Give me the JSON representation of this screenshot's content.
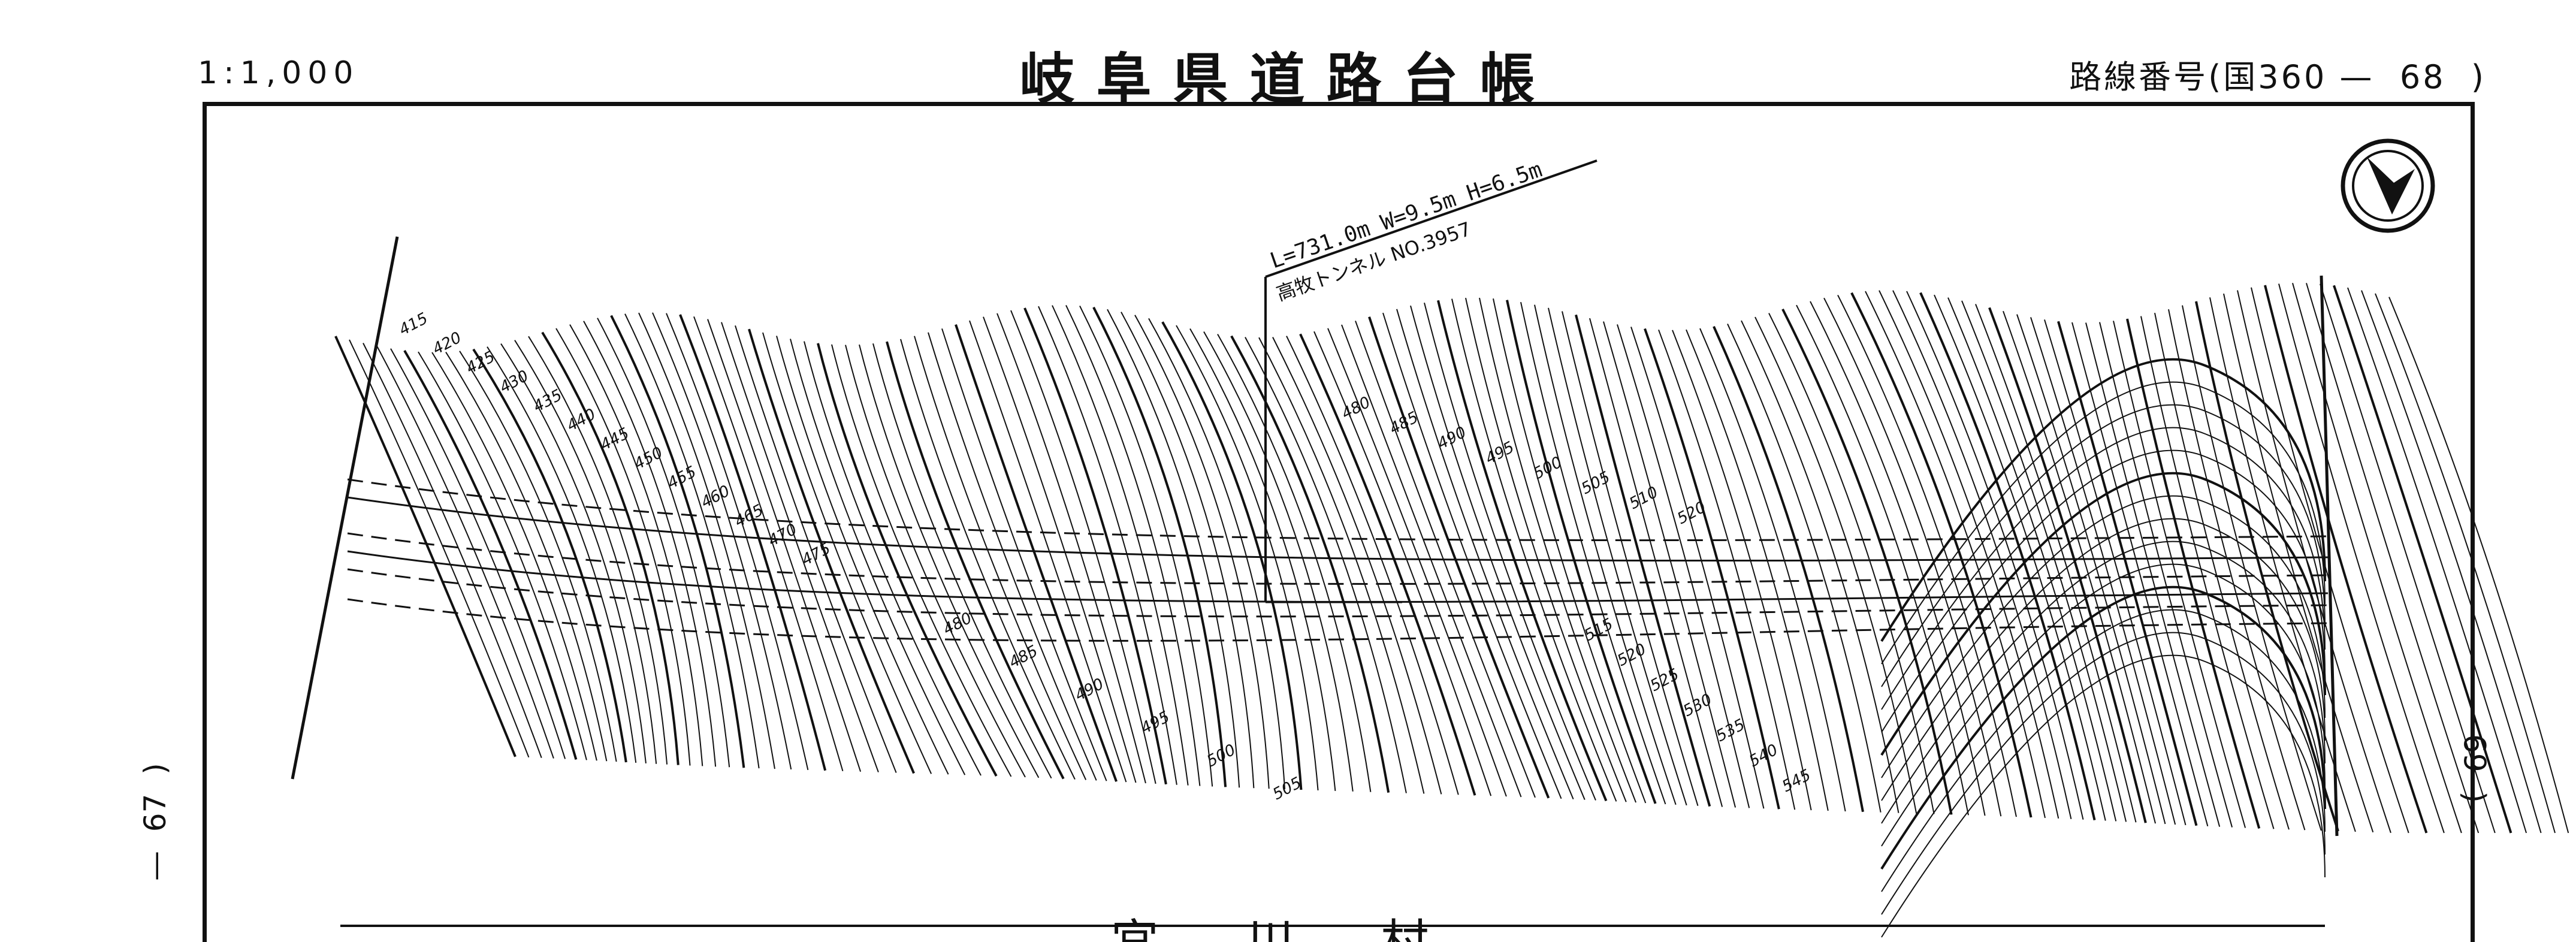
{
  "header": {
    "scale": "1:1,000",
    "title": "岐阜県道路台帳",
    "route_label": "路線番号",
    "route_open": "(",
    "route_number": "国360",
    "route_dash": "—",
    "route_sheet": "68",
    "route_close": ")"
  },
  "sheet_links": {
    "previous": "67",
    "next": "69"
  },
  "tunnel": {
    "spec": "L=731.0m W=9.5m H=6.5m",
    "name": "高牧トンネル NO.3957"
  },
  "contours": {
    "upper": [
      "415",
      "420",
      "425",
      "430",
      "435",
      "440",
      "445",
      "450",
      "455",
      "460",
      "465",
      "470",
      "475",
      "480",
      "485",
      "490",
      "495",
      "500",
      "505",
      "510",
      "520"
    ],
    "lower": [
      "480",
      "485",
      "490",
      "495",
      "500",
      "505",
      "515",
      "520",
      "525",
      "530",
      "535",
      "540",
      "545"
    ]
  },
  "footer_partial": "宮 川 村",
  "north_arrow_icon": "north-arrow-icon"
}
